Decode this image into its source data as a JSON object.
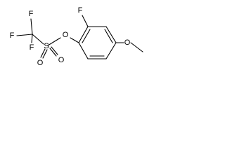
{
  "molecule": {
    "atoms": {
      "f_top": "F",
      "f_left": "F",
      "f_bottom": "F",
      "sulfur": "S",
      "o_sulfonyl_left": "O",
      "o_sulfonyl_right": "O",
      "o_ester": "O",
      "f_ring": "F",
      "o_methoxy": "O"
    }
  }
}
